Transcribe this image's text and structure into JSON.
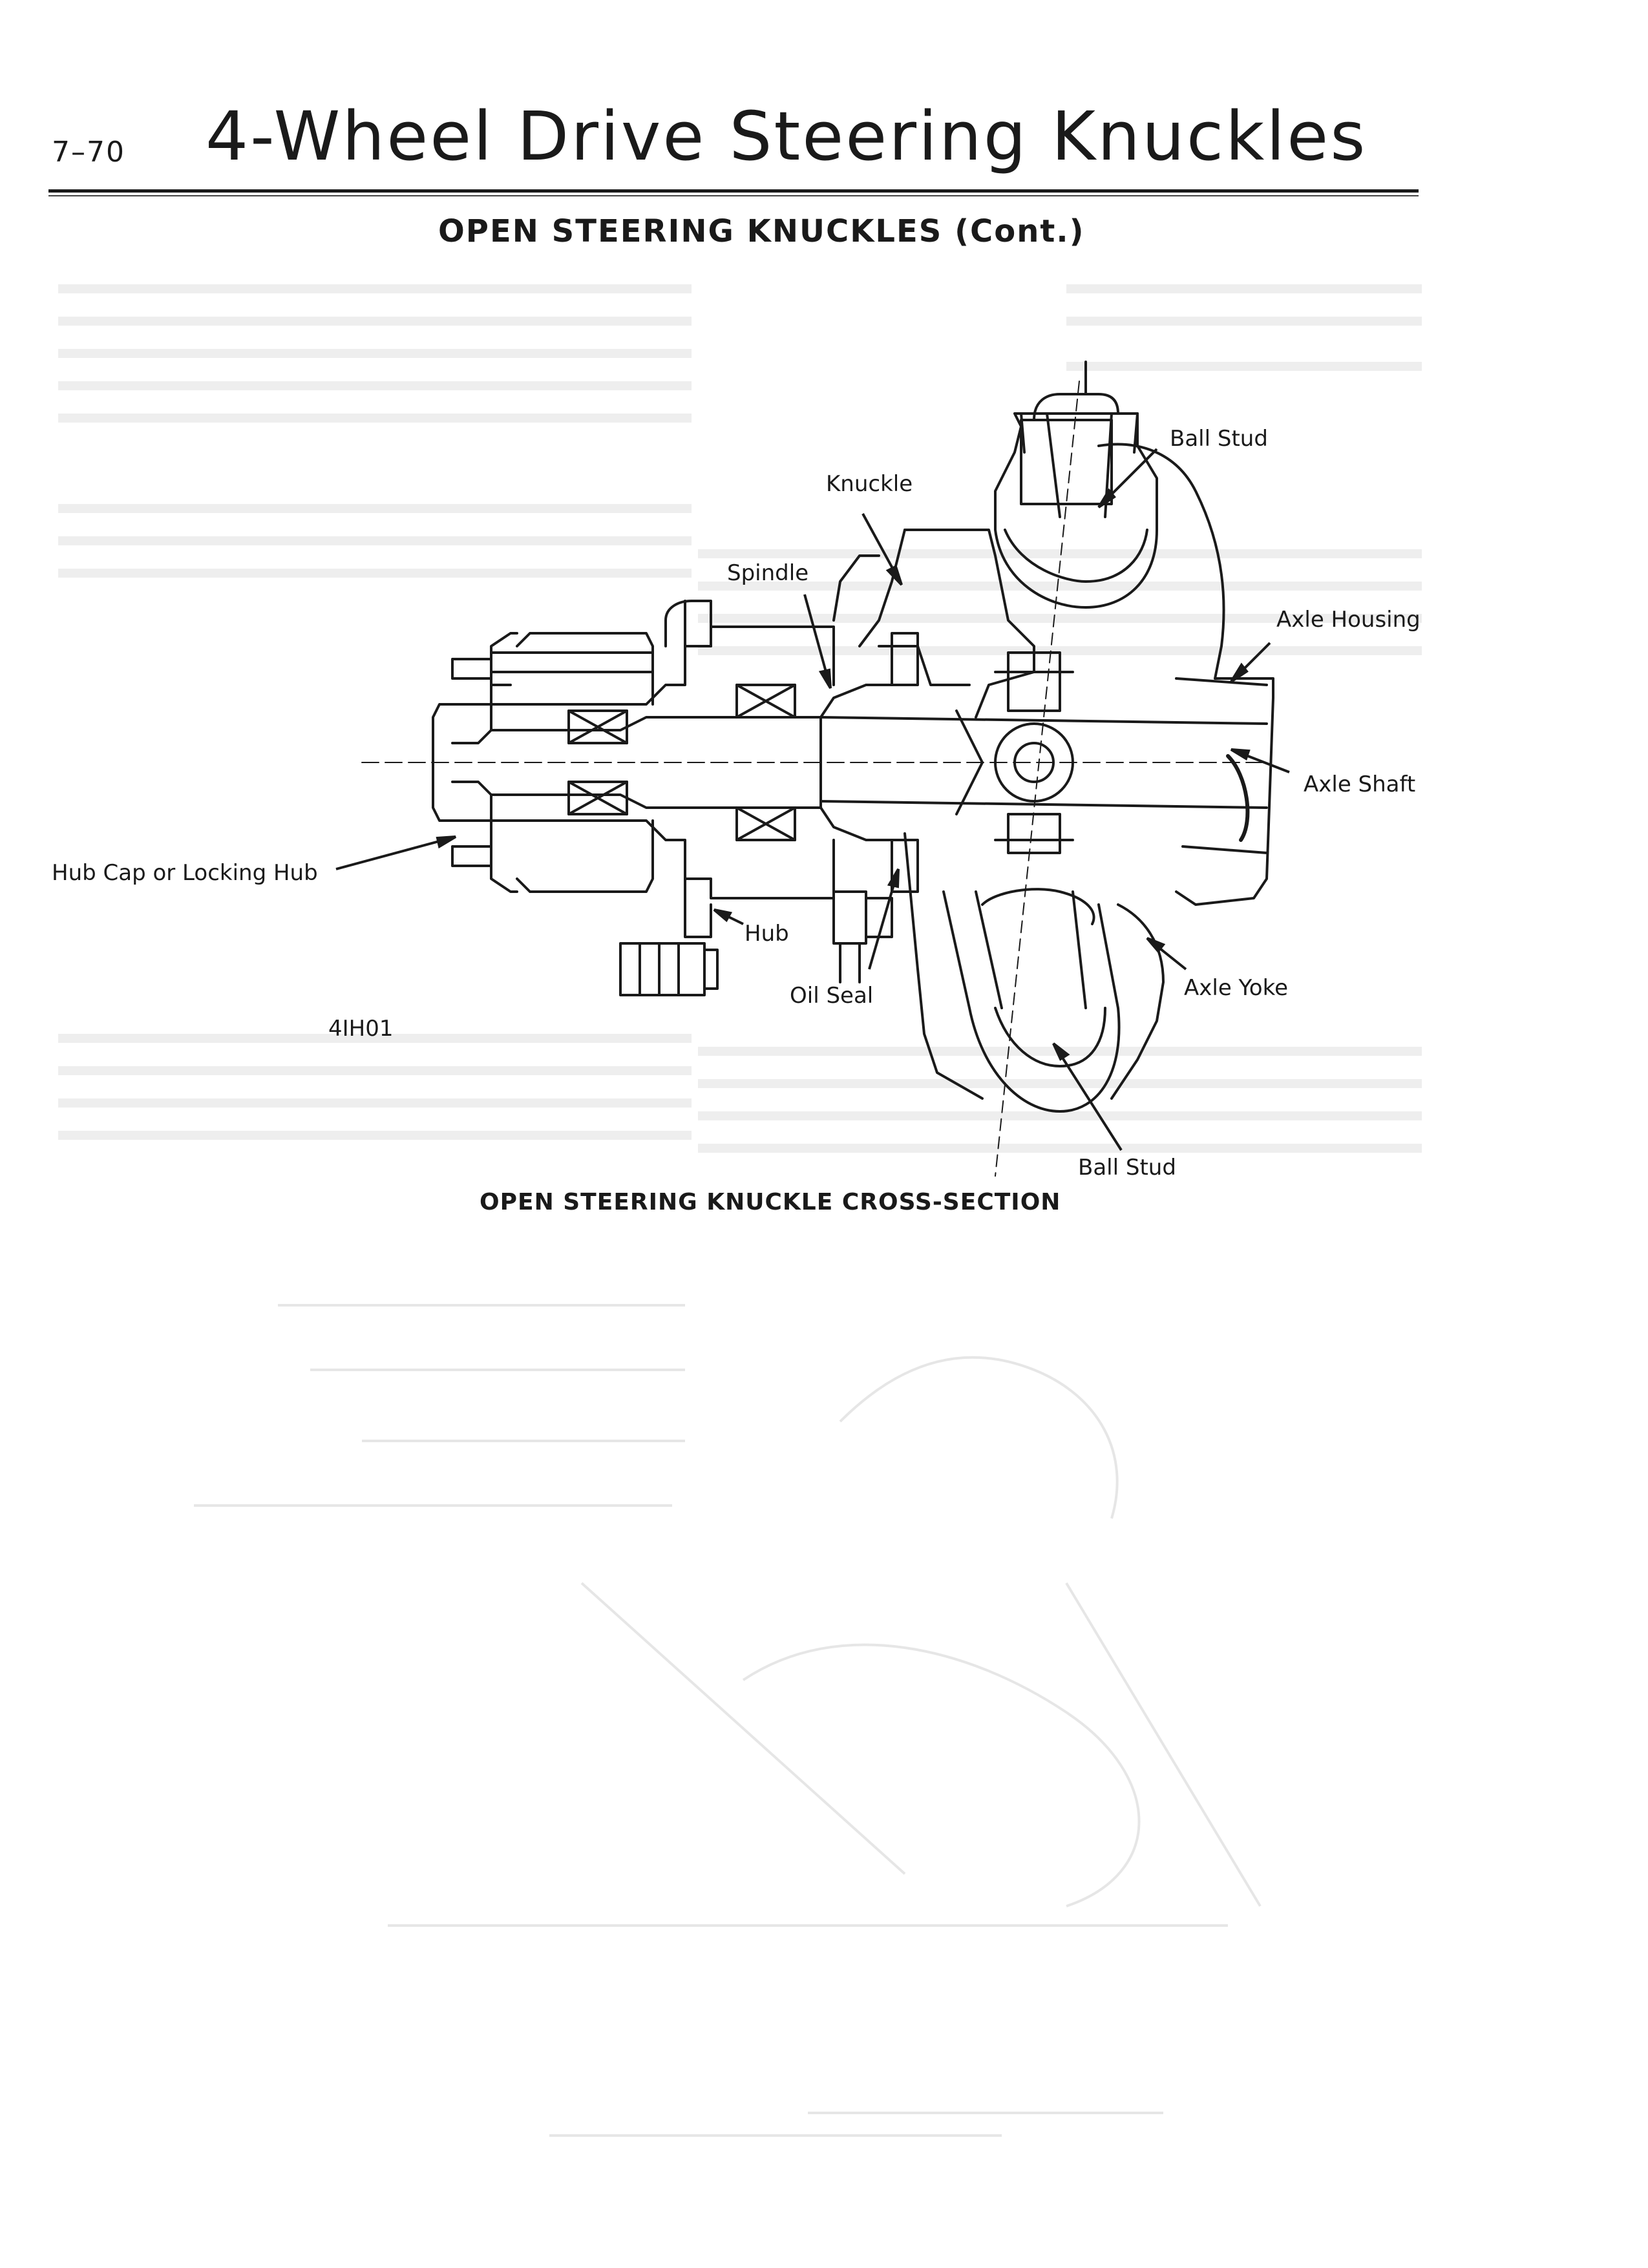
{
  "page": {
    "number": "7–70",
    "title": "4-Wheel Drive Steering Knuckles",
    "section_heading": "OPEN STEERING KNUCKLES (Cont.)"
  },
  "figure": {
    "code": "4IH01",
    "caption": "OPEN STEERING KNUCKLE CROSS-SECTION",
    "labels": {
      "ball_stud_top": "Ball Stud",
      "knuckle": "Knuckle",
      "spindle": "Spindle",
      "axle_housing": "Axle Housing",
      "axle_shaft": "Axle Shaft",
      "hub_cap": "Hub Cap or Locking Hub",
      "hub": "Hub",
      "oil_seal": "Oil Seal",
      "axle_yoke": "Axle Yoke",
      "ball_stud_bottom": "Ball Stud"
    }
  }
}
